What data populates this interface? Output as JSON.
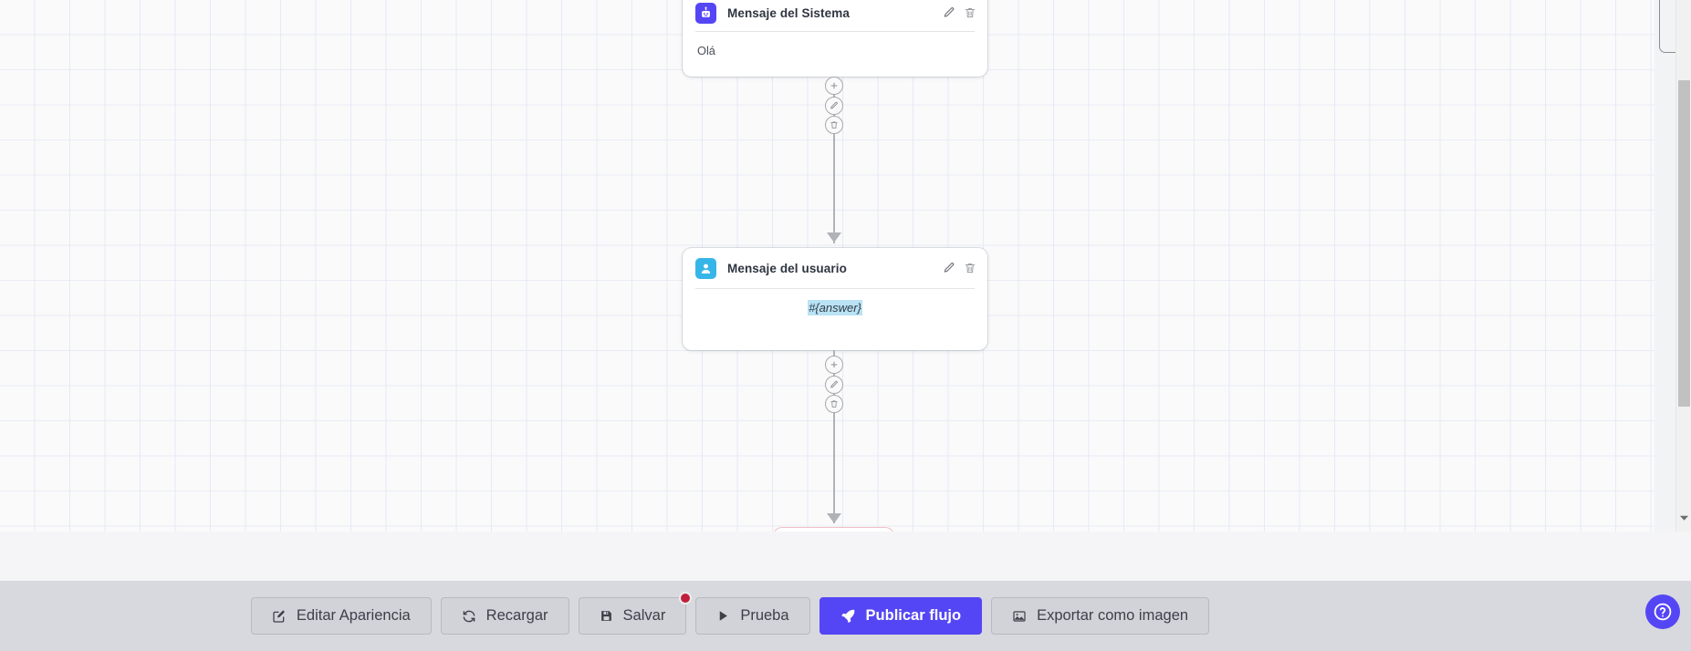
{
  "canvas": {
    "grid_color": "#e6eaf5",
    "background": "#fafafb",
    "nodes": [
      {
        "id": "system-message",
        "type": "system",
        "title": "Mensaje del Sistema",
        "body": "Olá",
        "icon": "robot-icon",
        "icon_color": "#5546f5",
        "edit_icon": "pencil-icon",
        "delete_icon": "trash-icon"
      },
      {
        "id": "user-message",
        "type": "user",
        "title": "Mensaje del usuario",
        "body": "#{answer}",
        "icon": "person-icon",
        "icon_color": "#36b6e8",
        "highlight_color": "#b9e3f5",
        "edit_icon": "pencil-icon",
        "delete_icon": "trash-icon"
      }
    ],
    "connector_buttons": [
      {
        "name": "add-node-button",
        "icon": "plus-icon"
      },
      {
        "name": "edit-connection-button",
        "icon": "pencil-icon"
      },
      {
        "name": "delete-connection-button",
        "icon": "trash-icon"
      }
    ],
    "connector_color": "#b0b2b6"
  },
  "scrollbar": {
    "track_color": "#f1f1f1",
    "thumb_color": "#c1c1c1",
    "down_arrow_icon": "triangle-down-icon"
  },
  "toolbar": {
    "background": "#d8d9de",
    "buttons": [
      {
        "name": "edit-appearance-button",
        "label": "Editar Apariencia",
        "icon": "pencil-square-icon",
        "primary": false,
        "badge": false
      },
      {
        "name": "reload-button",
        "label": "Recargar",
        "icon": "refresh-icon",
        "primary": false,
        "badge": false
      },
      {
        "name": "save-button",
        "label": "Salvar",
        "icon": "save-icon",
        "primary": false,
        "badge": true
      },
      {
        "name": "test-button",
        "label": "Prueba",
        "icon": "play-icon",
        "primary": false,
        "badge": false
      },
      {
        "name": "publish-flow-button",
        "label": "Publicar flujo",
        "icon": "rocket-icon",
        "primary": true,
        "badge": false
      },
      {
        "name": "export-as-image-button",
        "label": "Exportar como imagen",
        "icon": "image-icon",
        "primary": false,
        "badge": false
      }
    ],
    "badge_color": "#c0203c",
    "primary_color": "#5546f5"
  },
  "help": {
    "name": "help-button",
    "icon": "question-circle-icon",
    "color": "#5546f5"
  }
}
